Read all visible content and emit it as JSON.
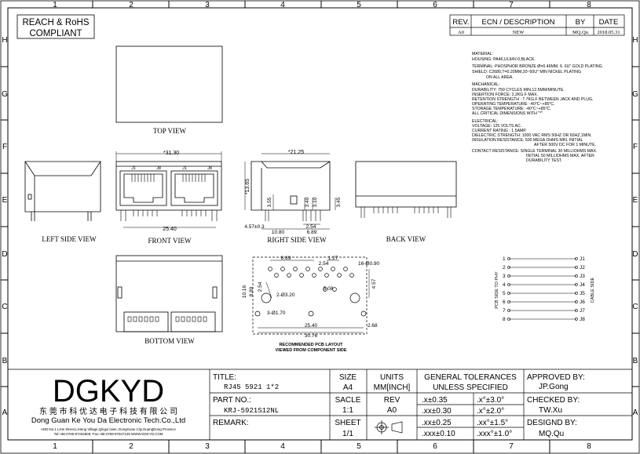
{
  "sheet": {
    "columns": [
      "1",
      "2",
      "3",
      "4",
      "5",
      "6",
      "7",
      "8"
    ],
    "rows": [
      "H",
      "G",
      "F",
      "E",
      "D",
      "C",
      "B",
      "A"
    ]
  },
  "badge": {
    "line1": "REACH & RoHS",
    "line2": "COMPLIANT"
  },
  "revision_table": {
    "headers": [
      "REV.",
      "ECN / DESCRIPTION",
      "BY",
      "DATE"
    ],
    "row": [
      "A0",
      "NEW",
      "MQ.Qu",
      "2018.05.31"
    ]
  },
  "spec_notes": [
    "MATERIAL:",
    "HOUSING: PA46,UL94V-0,BLACK.",
    "TERMINAL: PHOSPHOR BRONZE Ø=0.46MM, 6. 6U\" GOLD PLATING.",
    "SHIELD: C2680,T=0.20MM,20~50U\" MIN NICKEL PLATING",
    "ON ALL AREA.",
    "MACHANICAL:",
    "DURABILITY: 750 CYCLES MIN,12.5MM/MINUTE.",
    "INSERTION FORCE: 2.2KG F MAX.",
    "RETENTION STRENGTH : 7.7KG.F BETWEEN JACK AND PLUG.",
    "OPERATING TEMPERATURE: -40°C~+85°C.",
    "STORAGE TEMPERATURE: -40°C~+85°C.",
    "ALL CRITICAL DIMENSIONS WITH \"*\"",
    "ELECTRICAL:",
    "VOLTAGE: 125 VOLTS AC.",
    "CURRENT RATING : 1.5AMP.",
    "DIELECTRIC STRENGTH: 1000 VAC RMS 50HZ OR 60HZ,1MIN.",
    "INSULATION RESISTANCE: 500 MEGA OHMS MIN. INITIAL",
    "AFTER 500V DC FOR 1 MINUTE.",
    "CONTACT RESISTANCE: SINGLE TERMINAL 30 MILLIOHMS MAX.",
    "INITIAL 50 MILLIOHMS MAX. AFTER",
    "DURABILITY TEST."
  ],
  "views": {
    "top": "TOP VIEW",
    "left_side": "LEFT SIDE VIEW",
    "front": "FRONT VIEW",
    "right_side": "RIGHT SIDE VIEW",
    "back": "BACK VIEW",
    "bottom": "BOTTOM VIEW",
    "pcb_line1": "RECOMMENDED PCB LAYOUT",
    "pcb_line2": "VIEWED FROM COMPONENT SIDE"
  },
  "dimensions": {
    "front_width": "*31.30",
    "front_pitch": "25.40",
    "front_j1": "J1",
    "front_j8": "J8",
    "side_width": "*21.25",
    "side_height": "*13.65",
    "side_355": "3.55",
    "side_340": "3.40",
    "side_310": "3.10",
    "side_345": "3.45",
    "side_457": "4.57±0.3",
    "side_1080": "10.80",
    "side_689": "6.89",
    "side_254": "2.54",
    "pcb_889": "8.89",
    "pcb_127": "1.27",
    "pcb_254a": "2.54",
    "pcb_254b": "2.54",
    "pcb_16": "16-Ø0.90",
    "pcb_1016": "10.16",
    "pcb_889v": "8.89",
    "pcb_508": "5.08",
    "pcb_320": "2-Ø3.20",
    "pcb_457": "4.57",
    "pcb_170": "3-Ø1.70",
    "pcb_2540": "25.40",
    "pcb_268": "2.68",
    "pcb_3076": "30.76"
  },
  "schematic": {
    "pins": [
      "1",
      "2",
      "3",
      "4",
      "5",
      "6",
      "7",
      "8"
    ],
    "jacks": [
      "J1",
      "J2",
      "J3",
      "J4",
      "J5",
      "J6",
      "J7",
      "J8"
    ],
    "left_label": "PCB SIDE TO PHY",
    "right_label": "CABLE SIDE"
  },
  "company": {
    "logo": "DGKYD",
    "cn_name": "东 莞 市 科 优 达 电 子 科 技 有 限 公 司",
    "en_name": "Dong Guan Ke You Da Electronic Tech.Co.,Ltd",
    "address": "ADD:No.1 LiHe Street,LiHeng Village,Qingxi town, DongGuan City,GuangDong Province",
    "contact": "Tel:+86-0769-87334808; Fax:+86-0769-87847129 WWW.DGKYD.COM"
  },
  "title_block": {
    "title_label": "TITLE:",
    "title_value": "RJ45  5921  1*2",
    "part_label": "PART NO.:",
    "part_value": "KRJ-5921S12NL",
    "remark_label": "REMARK:",
    "size_label": "SIZE",
    "size_value": "A4",
    "units_label": "UNITS",
    "units_value": "MM[INCH]",
    "scale_label": "SACLE",
    "scale_value": "1:1",
    "rev_label": "REV",
    "rev_value": "A0",
    "sheet_label": "SHEET",
    "sheet_value": "1/1",
    "tol_title1": "GENERAL TOLERANCES",
    "tol_title2": "UNLESS SPECIFIED",
    "tolerances": [
      [
        ".x±0.35",
        ".x°±3.0°"
      ],
      [
        ".xx±0.30",
        ".x°±2.0°"
      ],
      [
        ".xx±0.25",
        ".xx°±1.5°"
      ],
      [
        ".xxx±0.10",
        ".xxx°±1.0°"
      ]
    ],
    "approved_label": "APPROVED BY:",
    "approved_value": "JP.Gong",
    "checked_label": "CHECKED BY:",
    "checked_value": "TW.Xu",
    "designed_label": "DESIGND BY:",
    "designed_value": "MQ.Qu"
  }
}
